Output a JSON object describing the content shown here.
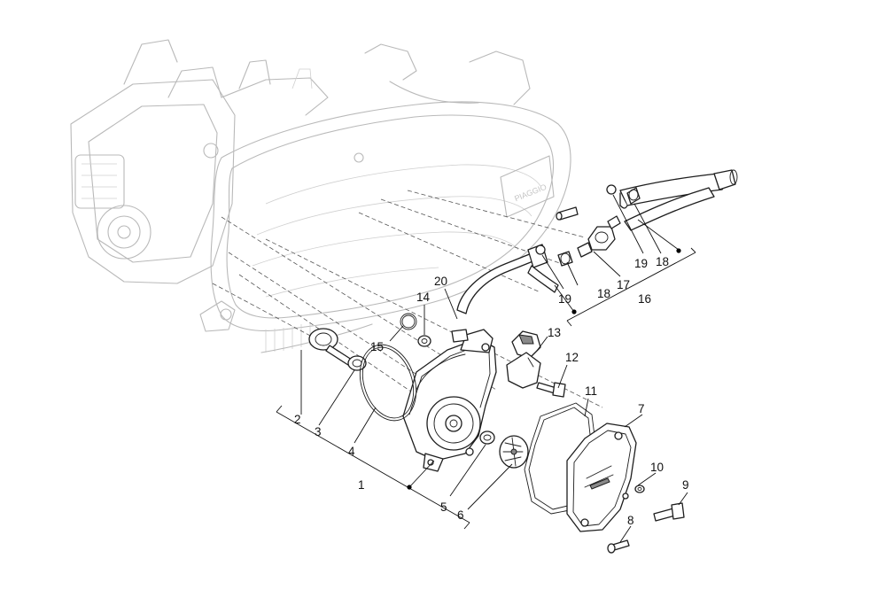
{
  "callouts": [
    {
      "id": "1",
      "text": "1"
    },
    {
      "id": "2",
      "text": "2"
    },
    {
      "id": "3",
      "text": "3"
    },
    {
      "id": "4",
      "text": "4"
    },
    {
      "id": "5",
      "text": "5"
    },
    {
      "id": "6",
      "text": "6"
    },
    {
      "id": "7",
      "text": "7"
    },
    {
      "id": "8",
      "text": "8"
    },
    {
      "id": "9",
      "text": "9"
    },
    {
      "id": "10",
      "text": "10"
    },
    {
      "id": "11",
      "text": "11"
    },
    {
      "id": "12",
      "text": "12"
    },
    {
      "id": "13",
      "text": "13"
    },
    {
      "id": "14",
      "text": "14"
    },
    {
      "id": "15",
      "text": "15"
    },
    {
      "id": "16",
      "text": "16"
    },
    {
      "id": "17",
      "text": "17"
    },
    {
      "id": "18a",
      "text": "18"
    },
    {
      "id": "18b",
      "text": "18"
    },
    {
      "id": "19a",
      "text": "19"
    },
    {
      "id": "19b",
      "text": "19"
    },
    {
      "id": "20",
      "text": "20"
    }
  ],
  "colors": {
    "line": "#1e1e1e",
    "ghost": "#b9b9b9",
    "background": "#ffffff"
  }
}
